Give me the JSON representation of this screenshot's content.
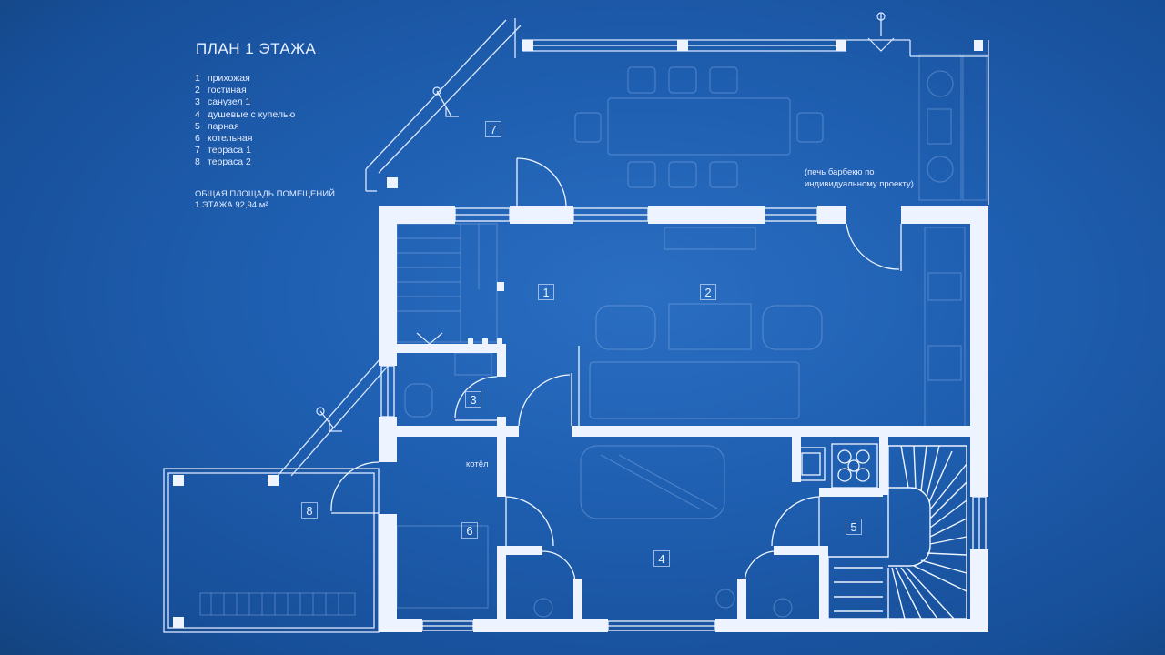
{
  "title": "ПЛАН 1 ЭТАЖА",
  "legend": [
    {
      "num": "1",
      "name": "прихожая"
    },
    {
      "num": "2",
      "name": "гостиная"
    },
    {
      "num": "3",
      "name": "санузел  1"
    },
    {
      "num": "4",
      "name": "душевые с купелью"
    },
    {
      "num": "5",
      "name": "парная"
    },
    {
      "num": "6",
      "name": "котельная"
    },
    {
      "num": "7",
      "name": "терраса 1"
    },
    {
      "num": "8",
      "name": "терраса 2"
    }
  ],
  "area": {
    "line1": "ОБЩАЯ ПЛОЩАДЬ  ПОМЕЩЕНИЙ",
    "line2": "1 ЭТАЖА  92,94 м²"
  },
  "bbq_note": {
    "line1": "(печь барбекю по",
    "line2": "индивидуальному проекту)"
  },
  "boiler_label": "котёл",
  "rooms": {
    "r1": "1",
    "r2": "2",
    "r3": "3",
    "r4": "4",
    "r5": "5",
    "r6": "6",
    "r7": "7",
    "r8": "8"
  },
  "colors": {
    "background": "#1f5fb1",
    "walls": "#eef4ff",
    "lines": "#cfe0ff"
  }
}
